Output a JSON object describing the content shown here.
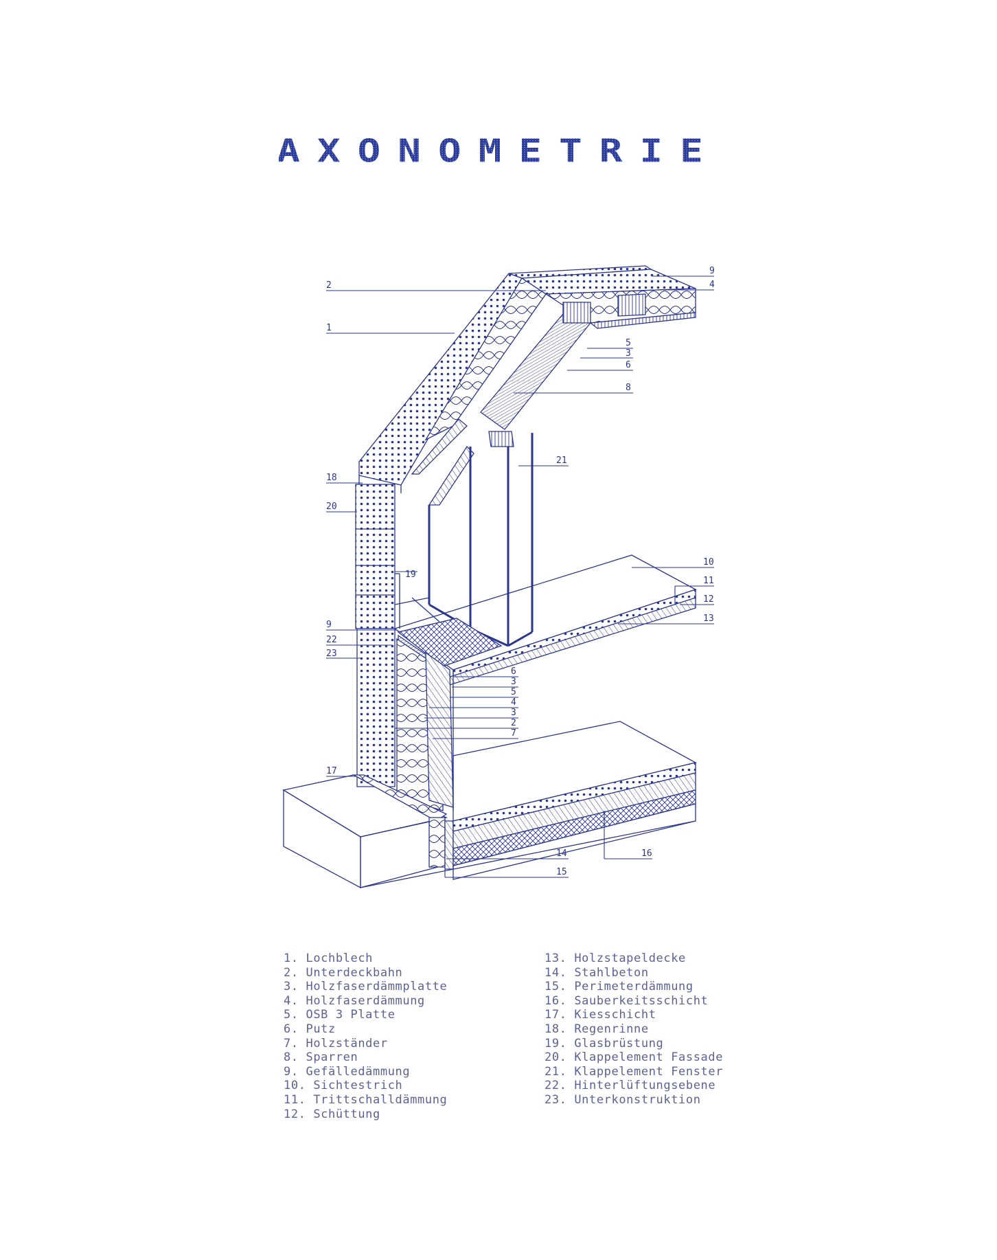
{
  "title": "AXONOMETRIE",
  "colors": {
    "drawing": "#2a3590",
    "legend_text": "#5a6296",
    "background": "#ffffff"
  },
  "callouts": [
    {
      "n": "9",
      "side": "right"
    },
    {
      "n": "4",
      "side": "right"
    },
    {
      "n": "2",
      "side": "left"
    },
    {
      "n": "1",
      "side": "left"
    },
    {
      "n": "5",
      "side": "right"
    },
    {
      "n": "3",
      "side": "right"
    },
    {
      "n": "6",
      "side": "right"
    },
    {
      "n": "8",
      "side": "right"
    },
    {
      "n": "21",
      "side": "right"
    },
    {
      "n": "18",
      "side": "left"
    },
    {
      "n": "20",
      "side": "left"
    },
    {
      "n": "19",
      "side": "left"
    },
    {
      "n": "10",
      "side": "right"
    },
    {
      "n": "11",
      "side": "right"
    },
    {
      "n": "12",
      "side": "right"
    },
    {
      "n": "13",
      "side": "right"
    },
    {
      "n": "9",
      "side": "left"
    },
    {
      "n": "22",
      "side": "left"
    },
    {
      "n": "23",
      "side": "left"
    },
    {
      "n": "6",
      "side": "right"
    },
    {
      "n": "3",
      "side": "right"
    },
    {
      "n": "5",
      "side": "right"
    },
    {
      "n": "4",
      "side": "right"
    },
    {
      "n": "3",
      "side": "right"
    },
    {
      "n": "2",
      "side": "right"
    },
    {
      "n": "7",
      "side": "right"
    },
    {
      "n": "17",
      "side": "left"
    },
    {
      "n": "14",
      "side": "right"
    },
    {
      "n": "16",
      "side": "right"
    },
    {
      "n": "15",
      "side": "right"
    }
  ],
  "legend": {
    "col1": [
      "1. Lochblech",
      "2. Unterdeckbahn",
      "3. Holzfaserdämmplatte",
      "4. Holzfaserdämmung",
      "5. OSB 3 Platte",
      "6. Putz",
      "7. Holzständer",
      "8. Sparren",
      "9. Gefälledämmung",
      "10. Sichtestrich",
      "11. Trittschalldämmung",
      "12. Schüttung"
    ],
    "col2": [
      "13. Holzstapeldecke",
      "14. Stahlbeton",
      "15. Perimeterdämmung",
      "16. Sauberkeitsschicht",
      "17. Kiesschicht",
      "18. Regenrinne",
      "19. Glasbrüstung",
      "20. Klappelement Fassade",
      "21. Klappelement Fenster",
      "22. Hinterlüftungsebene",
      "23. Unterkonstruktion"
    ]
  }
}
